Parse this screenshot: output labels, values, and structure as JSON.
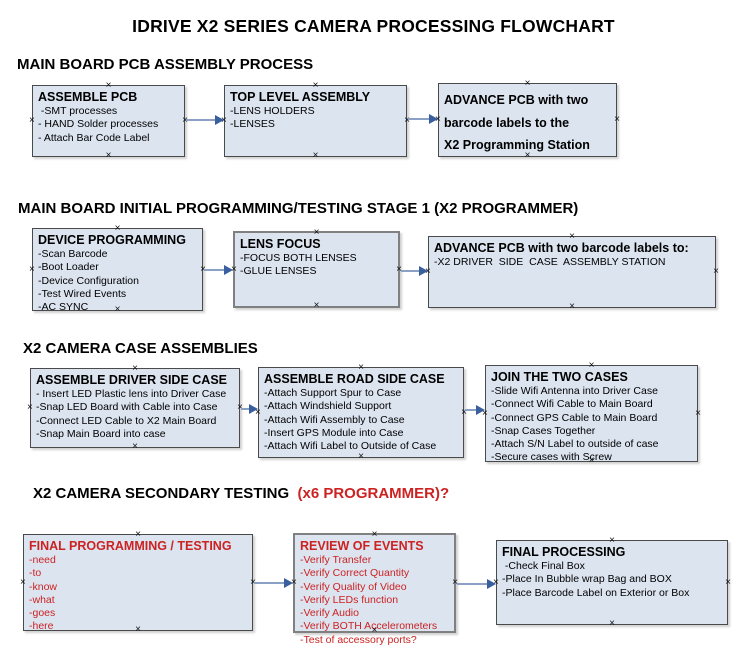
{
  "title": "IDRIVE X2  SERIES CAMERA PROCESSING FLOWCHART",
  "icons": {
    "connection_handle": "×"
  },
  "colors": {
    "box_fill": "#dce4f0",
    "box_border": "#4a4a4a",
    "gray_border": "#808080",
    "red_text": "#cc2222",
    "arrow_line": "#8aa0c4",
    "arrow_head": "#3a5f9f"
  },
  "sections": [
    {
      "header": "MAIN BOARD PCB ASSEMBLY PROCESS",
      "boxes": [
        {
          "title": "ASSEMBLE PCB",
          "items": [
            " -SMT processes",
            "- HAND Solder processes",
            "- Attach Bar Code Label"
          ]
        },
        {
          "title": "TOP LEVEL ASSEMBLY",
          "items": [
            "-LENS HOLDERS",
            "-LENSES"
          ]
        },
        {
          "title": "ADVANCE PCB with two barcode labels to the\n X2 Programming Station",
          "items": []
        }
      ]
    },
    {
      "header": "MAIN BOARD INITIAL PROGRAMMING/TESTING STAGE 1 (X2 PROGRAMMER)",
      "boxes": [
        {
          "title": "DEVICE PROGRAMMING",
          "items": [
            "-Scan Barcode",
            "-Boot Loader",
            "-Device Configuration",
            "-Test Wired Events",
            "-AC SYNC"
          ]
        },
        {
          "title": "LENS FOCUS",
          "items": [
            "-FOCUS BOTH LENSES",
            "-GLUE LENSES"
          ]
        },
        {
          "title": "ADVANCE PCB with two barcode labels to:",
          "items": [
            "-X2 DRIVER  SIDE  CASE  ASSEMBLY STATION"
          ]
        }
      ]
    },
    {
      "header": "X2 CAMERA CASE ASSEMBLIES",
      "boxes": [
        {
          "title": "ASSEMBLE DRIVER SIDE CASE",
          "items": [
            "- Insert LED Plastic lens into Driver Case",
            "-Snap LED Board with Cable into Case",
            "-Connect LED Cable to X2 Main Board",
            "-Snap Main Board into case"
          ]
        },
        {
          "title": "ASSEMBLE ROAD SIDE CASE",
          "items": [
            "-Attach Support Spur to Case",
            "-Attach Windshield Support",
            "-Attach Wifi Assembly to Case",
            "-Insert GPS Module into Case",
            "-Attach Wifi Label to Outside of Case"
          ]
        },
        {
          "title": "JOIN THE TWO CASES",
          "items": [
            "-Slide Wifi Antenna into Driver Case",
            "-Connect Wifi Cable to Main Board",
            "-Connect GPS Cable to Main Board",
            "-Snap Cases Together",
            "-Attach S/N Label to outside of case",
            "-Secure cases with Screw"
          ]
        }
      ]
    },
    {
      "header": "X2 CAMERA SECONDARY TESTING ",
      "header_red": " (x6 PROGRAMMER)?",
      "boxes": [
        {
          "title": "FINAL PROGRAMMING / TESTING",
          "items": [
            "-need",
            "-to",
            "-know",
            "-what",
            "-goes",
            "-here"
          ]
        },
        {
          "title": "REVIEW OF EVENTS",
          "items": [
            "-Verify Transfer",
            "-Verify Correct Quantity",
            "-Verify Quality of Video",
            "-Verify LEDs function",
            "-Verify Audio",
            "-Verify BOTH Accelerometers",
            "-Test of accessory ports?"
          ]
        },
        {
          "title": "FINAL PROCESSING",
          "items": [
            " -Check Final Box",
            "-Place In Bubble wrap Bag and BOX",
            "-Place Barcode Label on Exterior or Box"
          ]
        }
      ]
    }
  ]
}
